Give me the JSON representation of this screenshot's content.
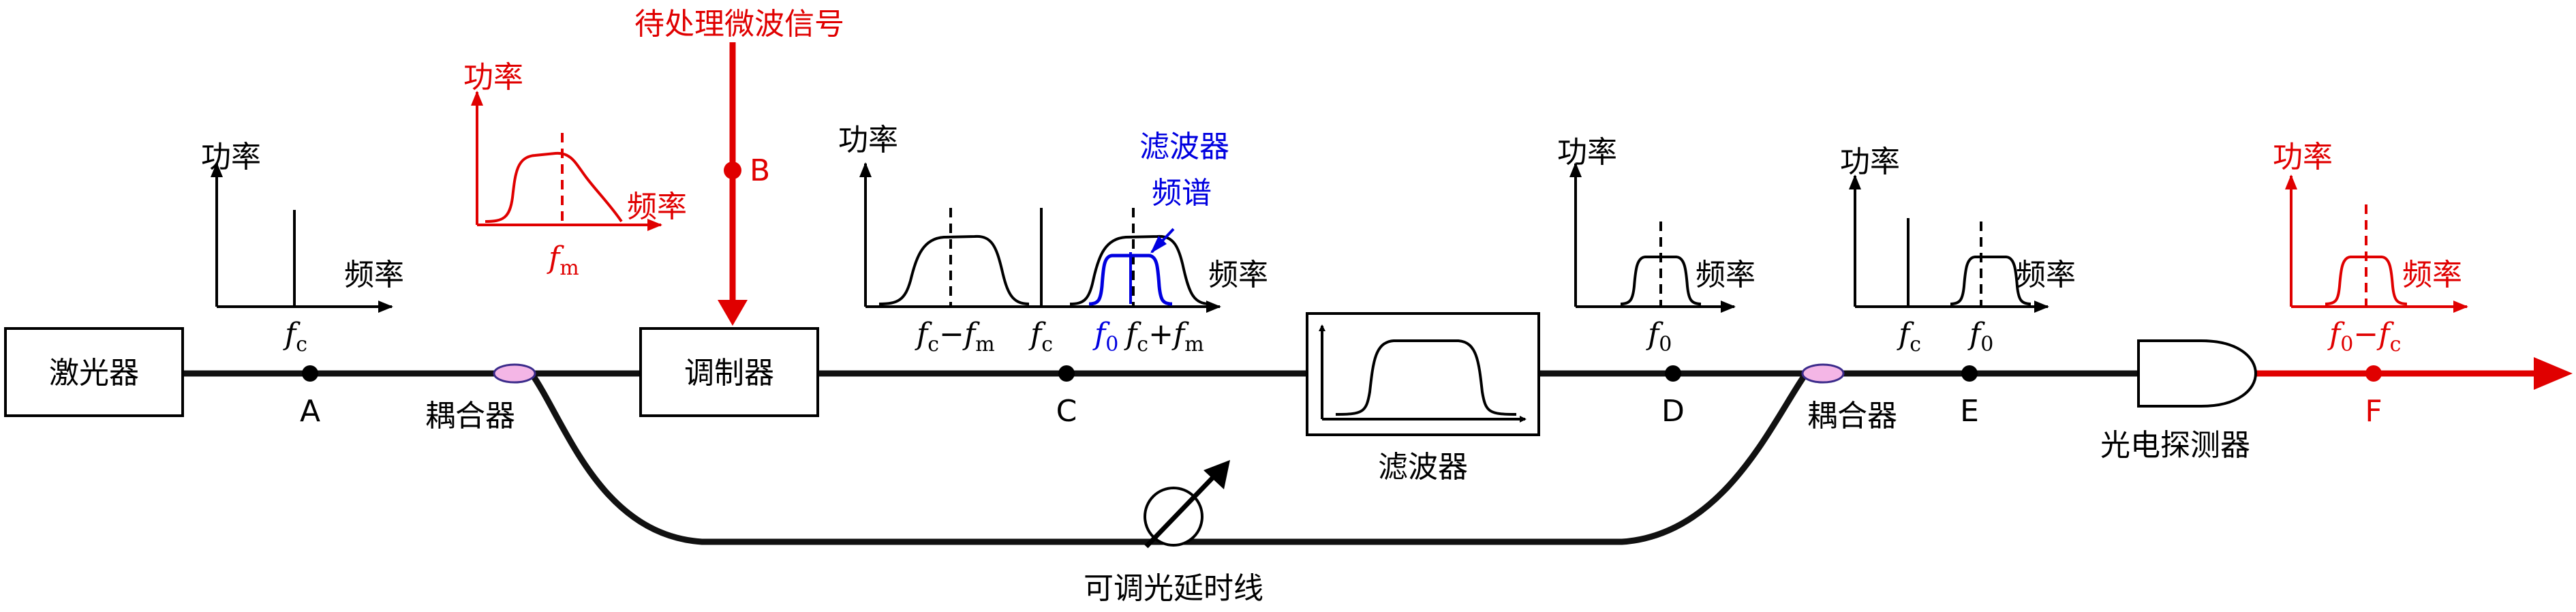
{
  "title": "待处理微波信号",
  "components": {
    "laser": "激光器",
    "coupler1": "耦合器",
    "modulator": "调制器",
    "filter": "滤波器",
    "coupler2": "耦合器",
    "photodetector": "光电探测器",
    "delay_line": "可调光延时线"
  },
  "points": {
    "a": "A",
    "b": "B",
    "c": "C",
    "d": "D",
    "e": "E",
    "f": "F"
  },
  "spectra": {
    "power": "功率",
    "freq": "频率",
    "filter_spectrum_line1": "滤波器",
    "filter_spectrum_line2": "频谱",
    "sym_f": "f",
    "sub_c": "c",
    "sub_m": "m",
    "sub_0": "0",
    "minus": "−",
    "plus": "+"
  },
  "colors": {
    "signal": "#e00000",
    "filter_spectrum": "#0000e0",
    "fiber": "#111111",
    "coupler": "#f4b6e6"
  }
}
